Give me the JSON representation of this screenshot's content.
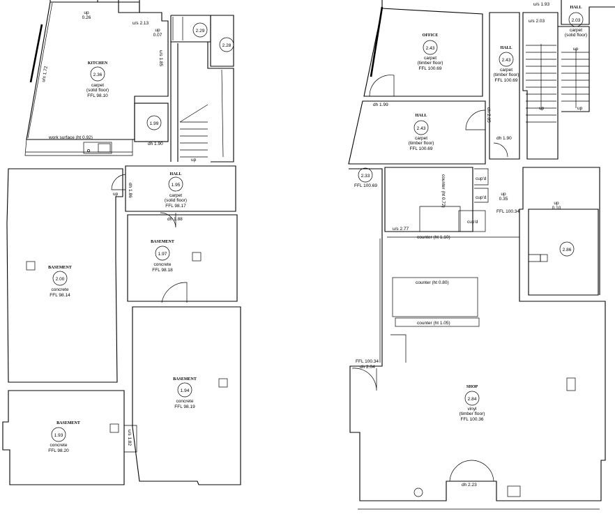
{
  "basement_plan": {
    "rooms": {
      "kitchen": {
        "name": "KITCHEN",
        "height": "2.36",
        "finish": "carpet",
        "floor": "(solid floor)",
        "level": "FFL 98.10"
      },
      "hall": {
        "name": "HALL",
        "height": "1.95",
        "finish": "carpet",
        "floor": "(solid floor)",
        "level": "FFL 98.17"
      },
      "basement_a": {
        "name": "BASEMENT",
        "height": "1.97",
        "finish": "concrete",
        "level": "FFL 98.18"
      },
      "basement_b": {
        "name": "BASEMENT",
        "height": "2.00",
        "finish": "concrete",
        "level": "FFL 98.14"
      },
      "basement_c": {
        "name": "BASEMENT",
        "height": "1.94",
        "finish": "concrete",
        "level": "FFL 98.19"
      },
      "basement_d": {
        "name": "BASEMENT",
        "height": "1.93",
        "finish": "concrete",
        "level": "FFL 98.20"
      }
    },
    "small_heights": {
      "a": "1.99",
      "b": "2.29",
      "c": "2.28"
    },
    "labels": {
      "up_top": "up",
      "up_top_val": "0.26",
      "us_213": "u/s 2.13",
      "up_007": "up",
      "up_007_val": "0.07",
      "us_172": "u/s 1.72",
      "us_185": "u/s 1.85",
      "work_surface": "work surface (ht 0.92)",
      "dh_190": "dh 1.90",
      "dh_186": "dh 1.86",
      "up_stair": "up",
      "up_hall": "up",
      "dh_188": "dh 1.88",
      "us_182": "u/s 1.82"
    }
  },
  "ground_plan": {
    "rooms": {
      "office": {
        "name": "OFFICE",
        "height": "2.43",
        "finish": "carpet",
        "floor": "(timber floor)",
        "level": "FFL 100.69"
      },
      "hall_a": {
        "name": "HALL",
        "height": "2.43",
        "finish": "carpet",
        "floor": "(timber floor)",
        "level": "FFL 100.69"
      },
      "hall_b": {
        "name": "HALL",
        "height": "2.43",
        "finish": "carpet",
        "floor": "(timber floor)",
        "level": "FFL 100.69"
      },
      "hall_c": {
        "name": "HALL",
        "height": "2.03",
        "finish": "carpet",
        "floor": "(solid floor)"
      },
      "shop": {
        "name": "SHOP",
        "height": "2.84",
        "finish": "vinyl",
        "floor": "(timber floor)",
        "level": "FFL 100.36"
      }
    },
    "small_heights": {
      "a": "2.33",
      "b": "2.86"
    },
    "labels": {
      "dh_199": "dh 1.99",
      "dh_205": "dh 2.05",
      "dh_190": "dh 1.90",
      "us_203": "u/s 2.03",
      "us_193": "u/s 1.93",
      "up_stair1": "up",
      "up_stair2": "up",
      "up_hall_c": "up",
      "ffl_10069": "FFL 100.69",
      "counter_side": "counter (ht 0.72)",
      "cupd1": "cup'd",
      "cupd2": "cup'd",
      "cupd3": "cup'd",
      "up_035": "up",
      "up_035_val": "0.35",
      "up_010": "up",
      "up_010_val": "0.10",
      "ffl_10034_a": "FFL 100.34",
      "us_277": "u/s 2.77",
      "counter_110": "counter (ht 1.10)",
      "counter_080": "counter (ht 0.80)",
      "counter_105": "counter (ht 1.05)",
      "ffl_10034_b": "FFL 100.34",
      "dh_204": "dh 2.04",
      "dh_223": "dh 2.23"
    }
  }
}
